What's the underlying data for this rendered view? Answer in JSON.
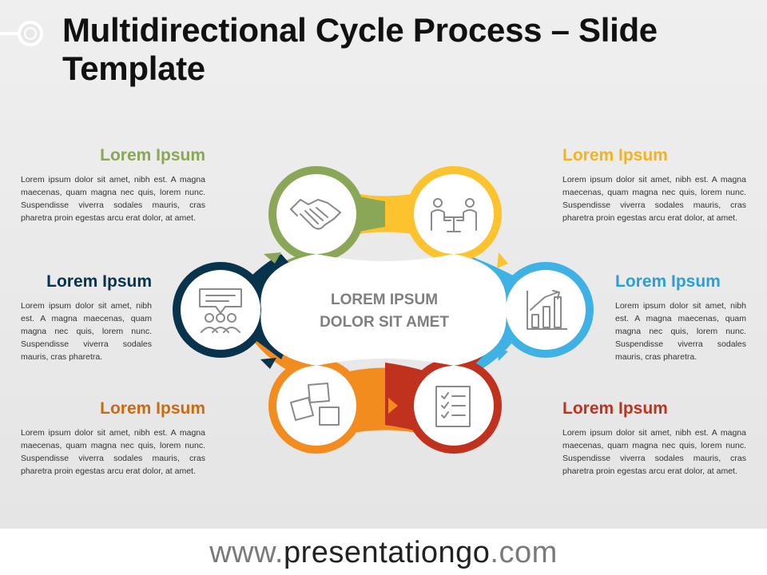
{
  "title": "Multidirectional Cycle Process – Slide Template",
  "center": {
    "line1": "LOREM IPSUM",
    "line2": "DOLOR SIT AMET"
  },
  "colors": {
    "green": "#8aa657",
    "yellow": "#fcc32e",
    "blue": "#3fb1e5",
    "red": "#c0311e",
    "orange": "#f28c1e",
    "navy": "#08334d"
  },
  "blocks": {
    "top_left": {
      "heading": "Lorem Ipsum",
      "body": "Lorem ipsum dolor sit amet, nibh est. A magna maecenas, quam magna nec quis, lorem nunc. Suspendisse viverra sodales mauris, cras pharetra proin egestas arcu erat dolor, at amet."
    },
    "mid_left": {
      "heading": "Lorem Ipsum",
      "body": "Lorem ipsum dolor sit amet, nibh est. A magna maecenas, quam magna nec quis, lorem nunc. Suspendisse viverra sodales mauris, cras pharetra."
    },
    "bottom_left": {
      "heading": "Lorem Ipsum",
      "body": "Lorem ipsum dolor sit amet, nibh est. A magna maecenas, quam magna nec quis, lorem nunc. Suspendisse viverra sodales mauris, cras pharetra proin egestas arcu erat dolor, at amet."
    },
    "top_right": {
      "heading": "Lorem Ipsum",
      "body": "Lorem ipsum dolor sit amet, nibh est. A magna maecenas, quam magna nec quis, lorem nunc. Suspendisse viverra sodales mauris, cras pharetra proin egestas arcu erat dolor, at amet."
    },
    "mid_right": {
      "heading": "Lorem Ipsum",
      "body": "Lorem ipsum dolor sit amet, nibh est. A magna maecenas, quam magna nec quis, lorem nunc. Suspendisse viverra sodales mauris, cras pharetra."
    },
    "bottom_right": {
      "heading": "Lorem Ipsum",
      "body": "Lorem ipsum dolor sit amet, nibh est. A magna maecenas, quam magna nec quis, lorem nunc. Suspendisse viverra sodales mauris, cras pharetra proin egestas arcu erat dolor, at amet."
    }
  },
  "icons": {
    "green": "handshake-icon",
    "yellow": "meeting-icon",
    "blue": "bar-chart-icon",
    "red": "checklist-icon",
    "orange": "sticky-notes-icon",
    "navy": "discussion-icon"
  },
  "footer": {
    "prefix": "www.",
    "domain": "presentationgo",
    "suffix": ".com"
  }
}
